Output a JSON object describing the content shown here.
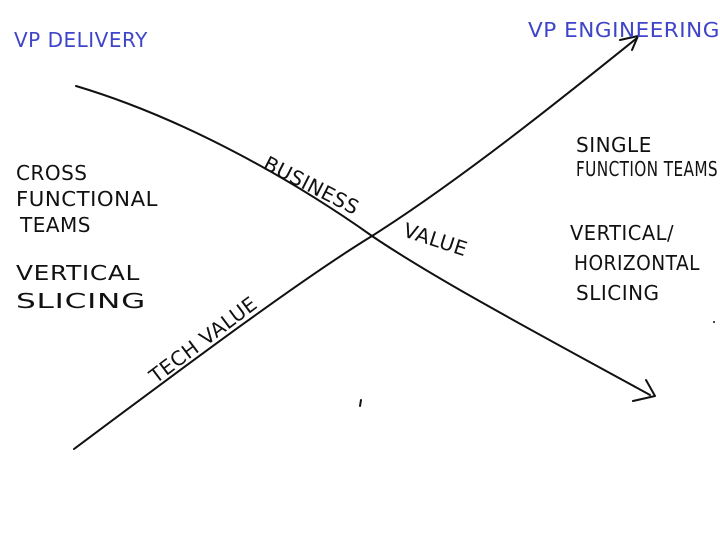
{
  "colors": {
    "ink": "#111111",
    "heading": "#3f45c8",
    "background": "#ffffff"
  },
  "headings": {
    "left": "VP DELIVERY",
    "right": "VP ENGINEERING"
  },
  "axes": {
    "business": [
      "BUSINESS",
      "VALUE"
    ],
    "tech": "TECH VALUE"
  },
  "left_notes": {
    "line1": "CROSS",
    "line2": "FUNCTIONAL",
    "line3": "TEAMS",
    "line4": "VERTICAL",
    "line5": "SLICING"
  },
  "right_notes": {
    "line1": "SINGLE",
    "line2": "FUNCTION TEAMS",
    "line3": "VERTICAL/",
    "line4": "HORIZONTAL",
    "line5": "SLICING"
  }
}
